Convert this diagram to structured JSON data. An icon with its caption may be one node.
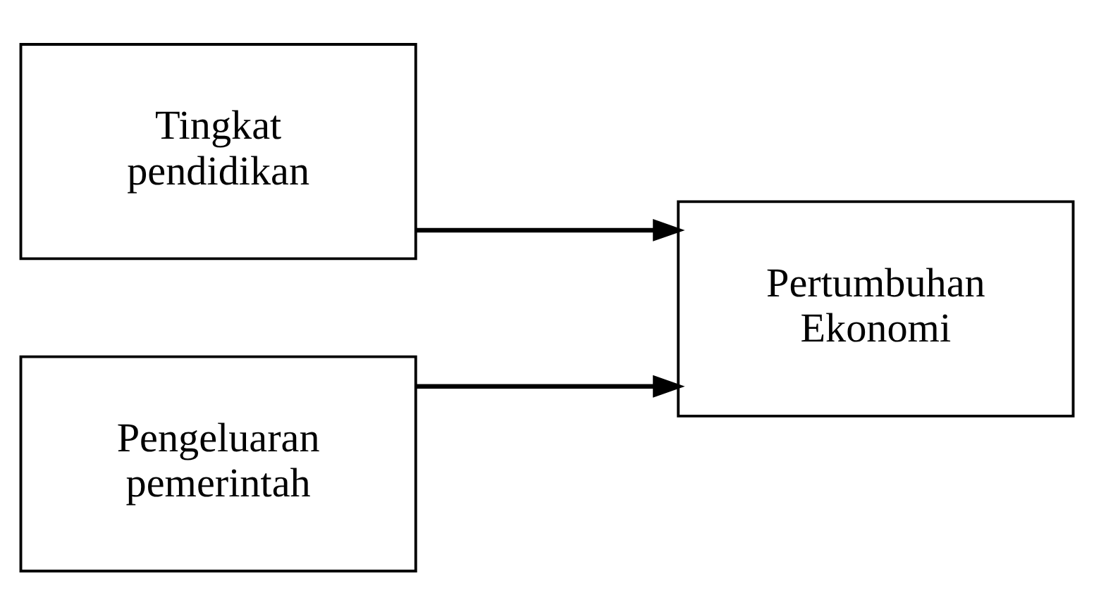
{
  "diagram": {
    "nodes": [
      {
        "text": [
          "Tingkat pendidikan"
        ]
      },
      {
        "text": [
          "Pengeluaran pemerintah"
        ]
      },
      {
        "text": [
          "Pertumbuhan Ekonomi"
        ]
      }
    ],
    "edges": [
      {
        "from": 0,
        "to": 2,
        "arrow": "to"
      },
      {
        "from": 1,
        "to": 2,
        "arrow": "to"
      }
    ]
  }
}
